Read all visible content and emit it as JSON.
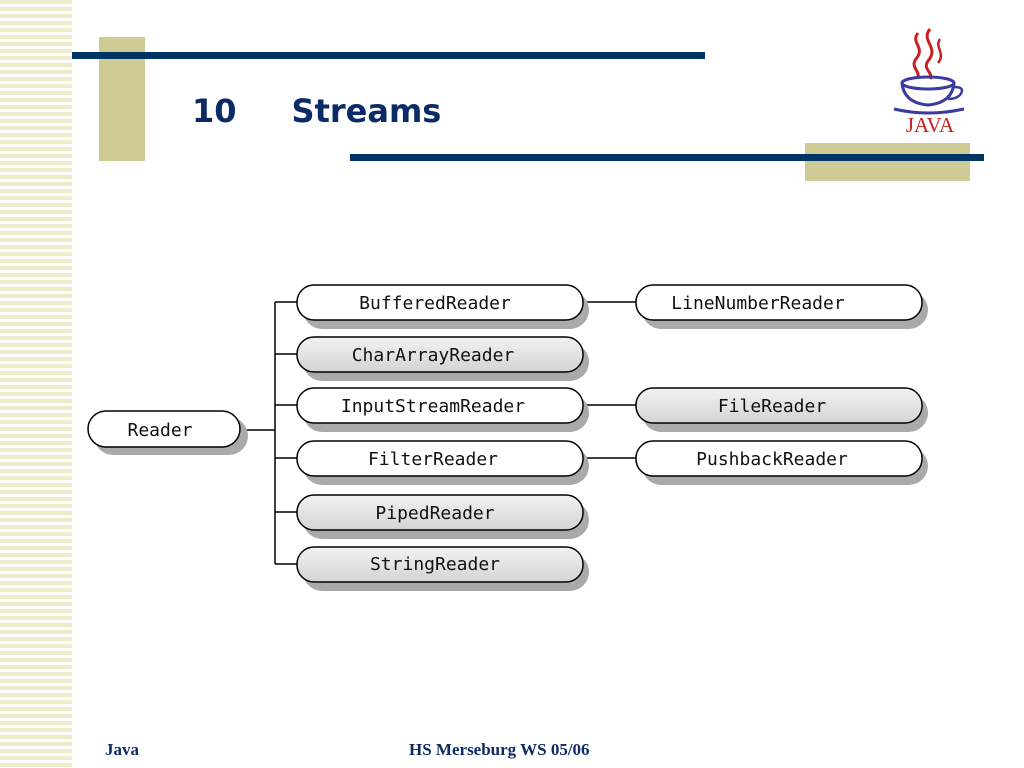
{
  "slide": {
    "number": "10",
    "title": "Streams"
  },
  "logo": {
    "icon": "java-coffee-cup-icon",
    "text": "JAVA"
  },
  "diagram": {
    "root": {
      "label": "Reader"
    },
    "children": [
      {
        "label": "BufferedReader",
        "shaded": false,
        "child": {
          "label": "LineNumberReader",
          "shaded": false
        }
      },
      {
        "label": "CharArrayReader",
        "shaded": true
      },
      {
        "label": "InputStreamReader",
        "shaded": false,
        "child": {
          "label": "FileReader",
          "shaded": true
        }
      },
      {
        "label": "FilterReader",
        "shaded": false,
        "child": {
          "label": "PushbackReader",
          "shaded": false
        }
      },
      {
        "label": "PipedReader",
        "shaded": true
      },
      {
        "label": "StringReader",
        "shaded": true
      }
    ]
  },
  "footer": {
    "left": "Java",
    "right": "HS Merseburg WS 05/06"
  },
  "colors": {
    "navy": "#003366",
    "olive": "#cfcb95",
    "stripe": "#efeccb",
    "node_fill": "#ffffff",
    "node_shaded_fill": "#e0e0e0",
    "java_red": "#cc2020",
    "java_blue": "#3a3aa0"
  }
}
